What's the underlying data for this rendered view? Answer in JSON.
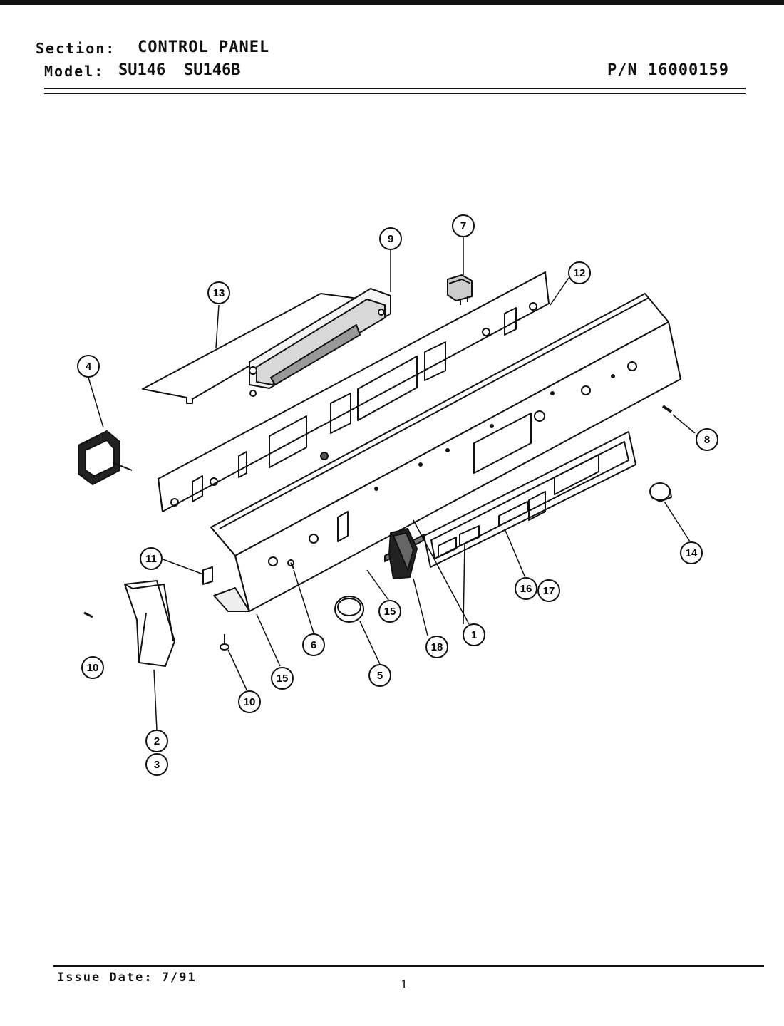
{
  "header": {
    "section_label": "Section:",
    "section_value": "CONTROL PANEL",
    "model_label": "Model:",
    "models": [
      "SU146",
      "SU146B"
    ],
    "part_number": "P/N 16000159"
  },
  "callouts": [
    "1",
    "2",
    "3",
    "4",
    "5",
    "6",
    "7",
    "8",
    "9",
    "10",
    "10",
    "11",
    "12",
    "13",
    "14",
    "15",
    "15",
    "16",
    "17",
    "18"
  ],
  "footer": {
    "issue_date": "Issue Date: 7/91",
    "page": "1"
  }
}
